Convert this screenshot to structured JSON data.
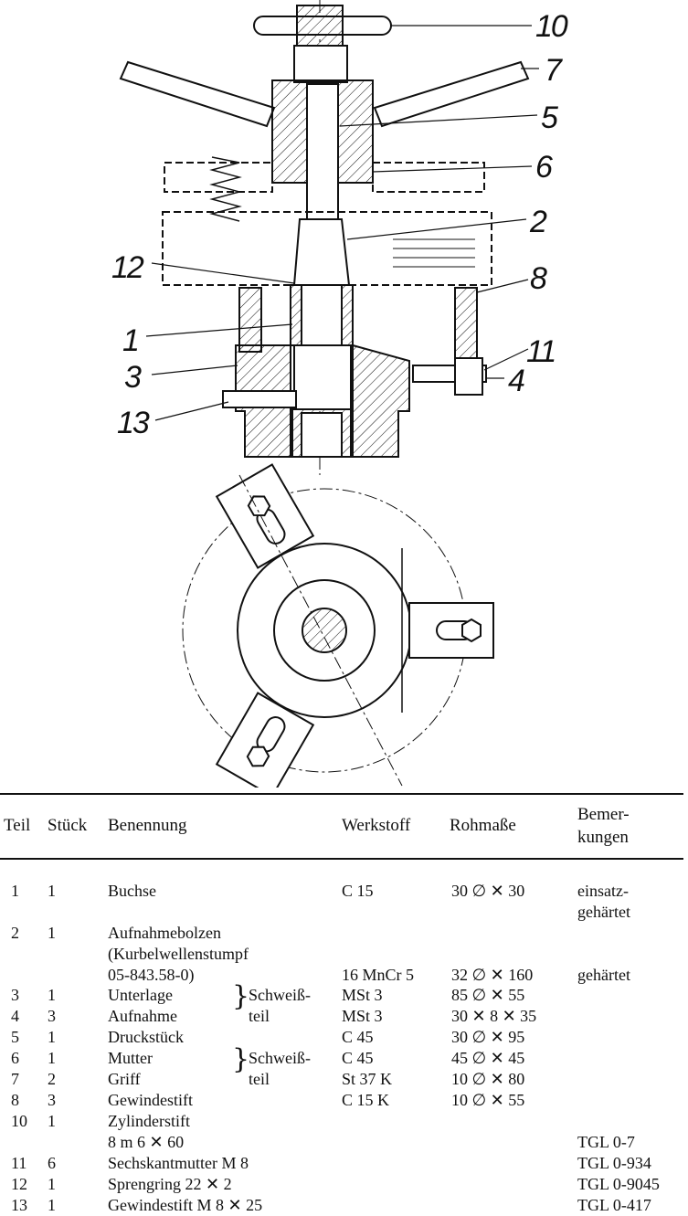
{
  "drawing": {
    "callouts": [
      "10",
      "7",
      "5",
      "6",
      "2",
      "12",
      "8",
      "1",
      "11",
      "3",
      "4",
      "13"
    ]
  },
  "table": {
    "headers": {
      "teil": "Teil",
      "stueck": "Stück",
      "benennung": "Benennung",
      "werkstoff": "Werkstoff",
      "rohmasse": "Rohmaße",
      "bemerkungen_1": "Bemer-",
      "bemerkungen_2": "kungen"
    },
    "rows": [
      {
        "teil": "1",
        "stueck": "1",
        "benennung": "Buchse",
        "werkstoff": "C 15",
        "rohmasse": "30 ∅ ✕ 30",
        "bemerkung": "einsatz-"
      },
      {
        "teil": "",
        "stueck": "",
        "benennung": "",
        "werkstoff": "",
        "rohmasse": "",
        "bemerkung": "gehärtet"
      },
      {
        "teil": "2",
        "stueck": "1",
        "benennung": "Aufnahmebolzen",
        "werkstoff": "",
        "rohmasse": "",
        "bemerkung": ""
      },
      {
        "teil": "",
        "stueck": "",
        "benennung": "(Kurbelwellenstumpf",
        "werkstoff": "",
        "rohmasse": "",
        "bemerkung": ""
      },
      {
        "teil": "",
        "stueck": "",
        "benennung": "05-843.58-0)",
        "werkstoff": "16 MnCr 5",
        "rohmasse": "32 ∅ ✕ 160",
        "bemerkung": "gehärtet"
      },
      {
        "teil": "3",
        "stueck": "1",
        "benennung": "Unterlage",
        "werkstoff": "MSt 3",
        "rohmasse": "85 ∅ ✕ 55",
        "bemerkung": ""
      },
      {
        "teil": "4",
        "stueck": "3",
        "benennung": "Aufnahme",
        "werkstoff": "MSt 3",
        "rohmasse": "30 ✕ 8 ✕ 35",
        "bemerkung": ""
      },
      {
        "teil": "5",
        "stueck": "1",
        "benennung": "Druckstück",
        "werkstoff": "C 45",
        "rohmasse": "30 ∅ ✕ 95",
        "bemerkung": ""
      },
      {
        "teil": "6",
        "stueck": "1",
        "benennung": "Mutter",
        "werkstoff": "C 45",
        "rohmasse": "45 ∅ ✕ 45",
        "bemerkung": ""
      },
      {
        "teil": "7",
        "stueck": "2",
        "benennung": "Griff",
        "werkstoff": "St 37 K",
        "rohmasse": "10 ∅ ✕ 80",
        "bemerkung": ""
      },
      {
        "teil": "8",
        "stueck": "3",
        "benennung": "Gewindestift",
        "werkstoff": "C 15 K",
        "rohmasse": "10 ∅ ✕ 55",
        "bemerkung": ""
      },
      {
        "teil": "10",
        "stueck": "1",
        "benennung": "Zylinderstift",
        "werkstoff": "",
        "rohmasse": "",
        "bemerkung": ""
      },
      {
        "teil": "",
        "stueck": "",
        "benennung": "8 m 6 ✕ 60",
        "werkstoff": "",
        "rohmasse": "",
        "bemerkung": "TGL 0-7"
      },
      {
        "teil": "11",
        "stueck": "6",
        "benennung": "Sechskantmutter M 8",
        "werkstoff": "",
        "rohmasse": "",
        "bemerkung": "TGL 0-934"
      },
      {
        "teil": "12",
        "stueck": "1",
        "benennung": "Sprengring 22 ✕ 2",
        "werkstoff": "",
        "rohmasse": "",
        "bemerkung": "TGL 0-9045"
      },
      {
        "teil": "13",
        "stueck": "1",
        "benennung": "Gewindestift M 8 ✕ 25",
        "werkstoff": "",
        "rohmasse": "",
        "bemerkung": "TGL 0-417"
      }
    ],
    "groups": [
      {
        "label_1": "Schweiß-",
        "label_2": "teil"
      },
      {
        "label_1": "Schweiß-",
        "label_2": "teil"
      }
    ]
  }
}
